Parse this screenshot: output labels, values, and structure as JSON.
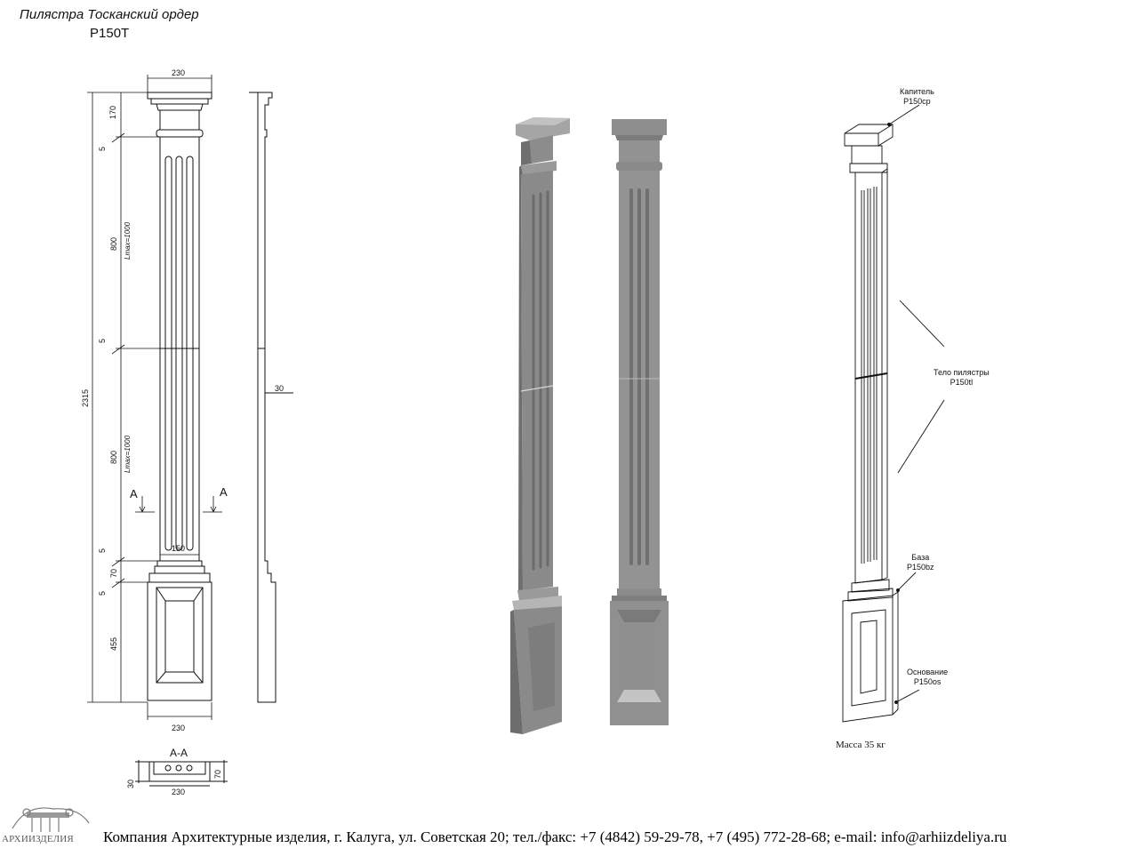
{
  "header": {
    "title": "Пилястра Тосканский ордер",
    "code": "P150T"
  },
  "drawing": {
    "dims": {
      "top_width": "230",
      "capital_height": "170",
      "gap1": "5",
      "body_upper": "800",
      "lmax_upper": "Lmax=1000",
      "gap2": "5",
      "total_height": "2315",
      "body_lower": "800",
      "lmax_lower": "Lmax=1000",
      "gap3": "5",
      "base_height": "70",
      "gap4": "5",
      "plinth_height": "455",
      "bottom_width": "230",
      "shaft_width": "150",
      "depth": "30"
    },
    "section_marks": {
      "left": "A",
      "right": "A"
    },
    "section": {
      "title": "A-A",
      "width": "230",
      "depth_left": "30",
      "depth_right": "70"
    }
  },
  "callouts": {
    "capital": {
      "name": "Капитель",
      "code": "P150cp"
    },
    "body": {
      "name": "Тело пилястры",
      "code": "P150tl"
    },
    "base": {
      "name": "База",
      "code": "P150bz"
    },
    "plinth": {
      "name": "Основание",
      "code": "P150os"
    }
  },
  "mass": "Масса 35 кг",
  "logo": {
    "text": "АРХИИЗДЕЛИЯ"
  },
  "footer": {
    "text": "Компания Архитектурные изделия, г. Калуга, ул. Советская 20; тел./факс: +7 (4842) 59-29-78, +7 (495) 772-28-68; e-mail: info@arhiizdeliya.ru"
  },
  "colors": {
    "render_face": "#8f8f8f",
    "render_side": "#6c6c6c",
    "render_highlight": "#c4c4c4",
    "line": "#111111"
  }
}
